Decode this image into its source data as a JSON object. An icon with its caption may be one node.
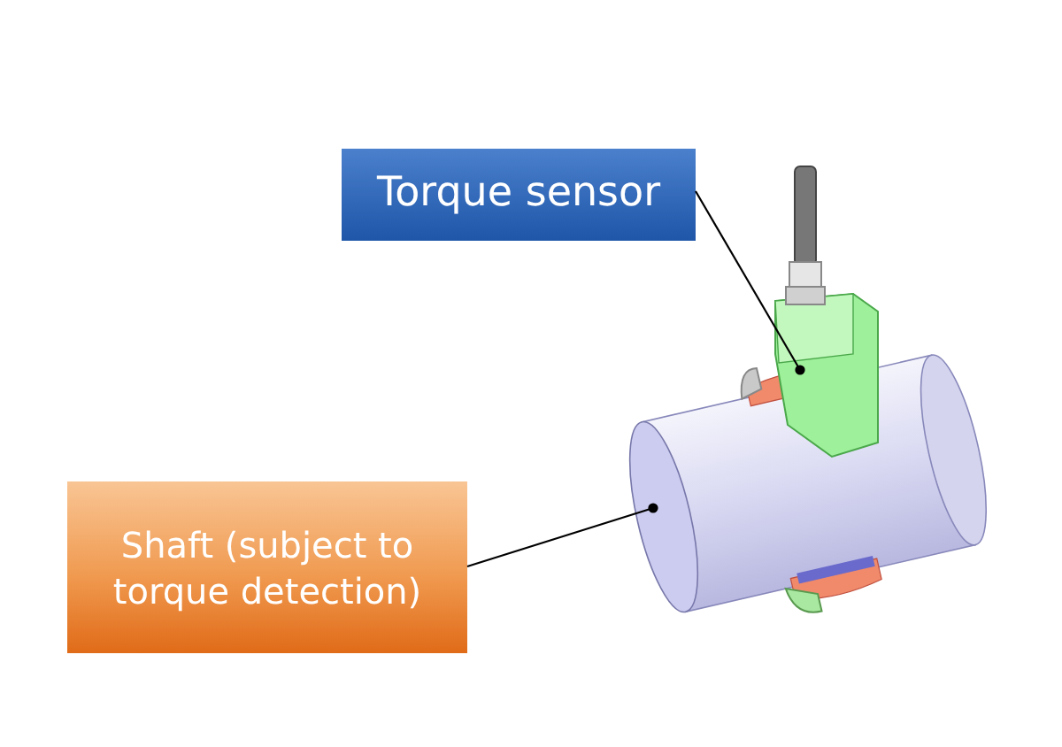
{
  "diagram": {
    "nodes": [
      {
        "text": [
          "Torque sensor"
        ]
      },
      {
        "text": [
          "Shaft (subject to torque detection)"
        ]
      },
      {
        "text": [],
        "shape": "picture"
      },
      {
        "text": [],
        "shape": "picture"
      }
    ],
    "edges": [
      {
        "from": 0,
        "to": 2,
        "arrow": "other"
      },
      {
        "from": 1,
        "to": 3,
        "arrow": "other"
      }
    ]
  }
}
